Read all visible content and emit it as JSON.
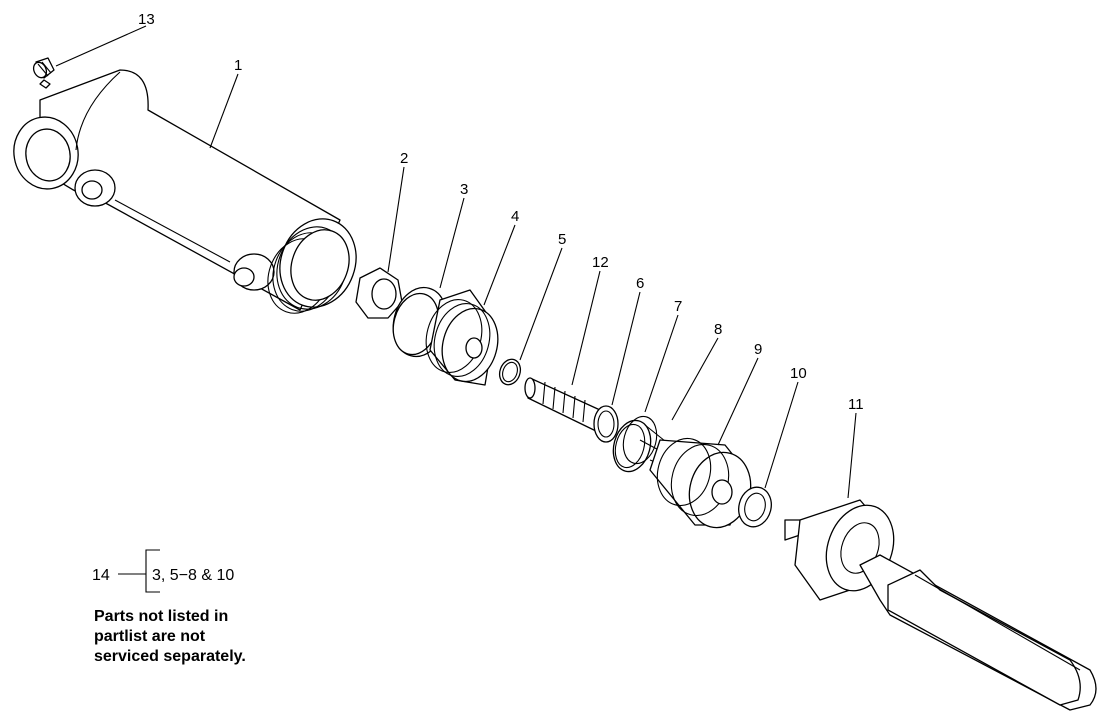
{
  "callouts": {
    "c1": "1",
    "c2": "2",
    "c3": "3",
    "c4": "4",
    "c5": "5",
    "c6": "6",
    "c7": "7",
    "c8": "8",
    "c9": "9",
    "c10": "10",
    "c11": "11",
    "c12": "12",
    "c13": "13"
  },
  "kit": {
    "number": "14",
    "parts": "3, 5−8 & 10"
  },
  "note": {
    "line1": "Parts not listed in",
    "line2": "partlist are not",
    "line3": "serviced separately."
  }
}
